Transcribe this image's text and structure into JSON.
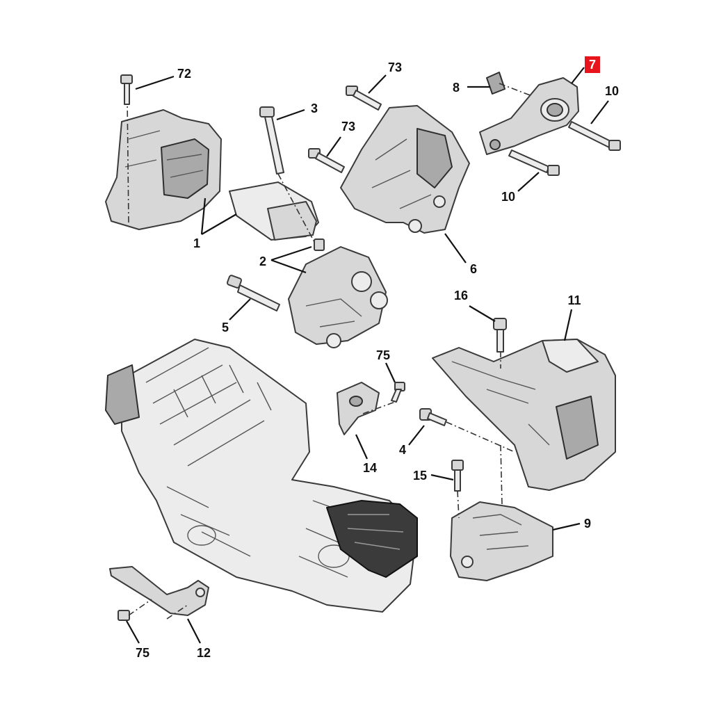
{
  "highlight_color": "#e8141b",
  "callouts": [
    {
      "id": "c72a",
      "label": "72"
    },
    {
      "id": "c73a",
      "label": "73"
    },
    {
      "id": "c7",
      "label": "7",
      "highlight": true
    },
    {
      "id": "c8",
      "label": "8"
    },
    {
      "id": "c10a",
      "label": "10"
    },
    {
      "id": "c3",
      "label": "3"
    },
    {
      "id": "c73b",
      "label": "73"
    },
    {
      "id": "c10b",
      "label": "10"
    },
    {
      "id": "c1",
      "label": "1"
    },
    {
      "id": "c2",
      "label": "2"
    },
    {
      "id": "c6",
      "label": "6"
    },
    {
      "id": "c5",
      "label": "5"
    },
    {
      "id": "c16",
      "label": "16"
    },
    {
      "id": "c11",
      "label": "11"
    },
    {
      "id": "c75a",
      "label": "75"
    },
    {
      "id": "c4",
      "label": "4"
    },
    {
      "id": "c14",
      "label": "14"
    },
    {
      "id": "c15",
      "label": "15"
    },
    {
      "id": "c9",
      "label": "9"
    },
    {
      "id": "c75b",
      "label": "75"
    },
    {
      "id": "c12",
      "label": "12"
    }
  ]
}
